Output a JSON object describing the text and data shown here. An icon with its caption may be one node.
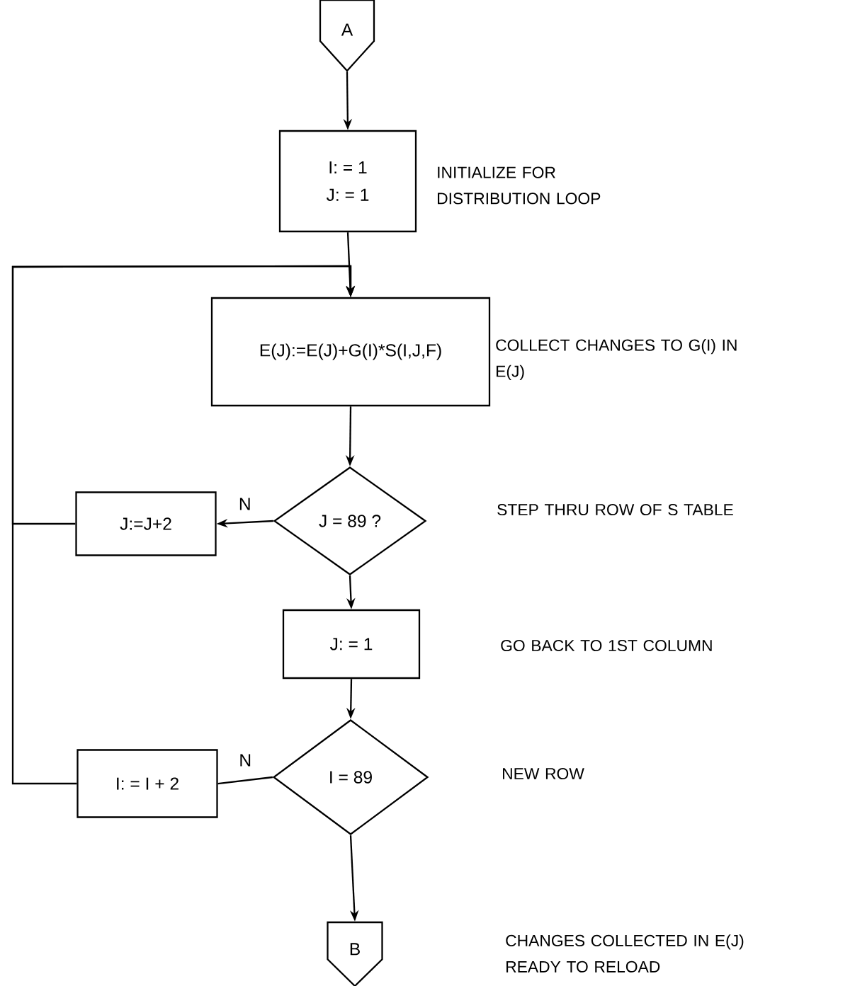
{
  "diagram": {
    "nodes": [
      {
        "text": [
          "A"
        ]
      },
      {
        "text": [
          "I: = 1",
          "J: = 1"
        ],
        "beside": [
          "INITIALIZE FOR DISTRIBUTION LOOP"
        ]
      },
      {
        "text": [
          "E(J):=E(J)+G(I)*S(I,J,F)"
        ],
        "beside": [
          "COLLECT CHANGES TO G(I) IN E(J)"
        ]
      },
      {
        "text": [
          "J = 89 ?"
        ]
      },
      {
        "text": [
          "J:=J+2"
        ]
      },
      {
        "text": [
          "J: = 1"
        ]
      },
      {
        "text": [
          "I = 89"
        ]
      },
      {
        "text": [
          "I: = I + 2"
        ]
      },
      {
        "text": [
          "B"
        ]
      }
    ],
    "labels": [
      "STEP THRU ROW OF S TABLE",
      "GO BACK TO 1ST COLUMN",
      "NEW ROW",
      "CHANGES COLLECTED IN E(J) READY TO RELOAD"
    ],
    "edges": [
      {
        "from": 0,
        "to": 1,
        "arrow": "to"
      },
      {
        "from": 1,
        "to": 2,
        "arrow": "to"
      },
      {
        "from": 2,
        "to": 3,
        "arrow": "to"
      },
      {
        "from": 3,
        "to": 4,
        "arrow": "to",
        "label": "N"
      },
      {
        "from": 4,
        "to": 2,
        "arrow": "to"
      },
      {
        "from": 3,
        "to": 5,
        "arrow": "to"
      },
      {
        "from": 5,
        "to": 6,
        "arrow": "to"
      },
      {
        "from": 6,
        "to": 7,
        "arrow": "none",
        "label": "N"
      },
      {
        "from": 7,
        "to": 2,
        "arrow": "to"
      },
      {
        "from": 6,
        "to": 8,
        "arrow": "to"
      }
    ]
  }
}
